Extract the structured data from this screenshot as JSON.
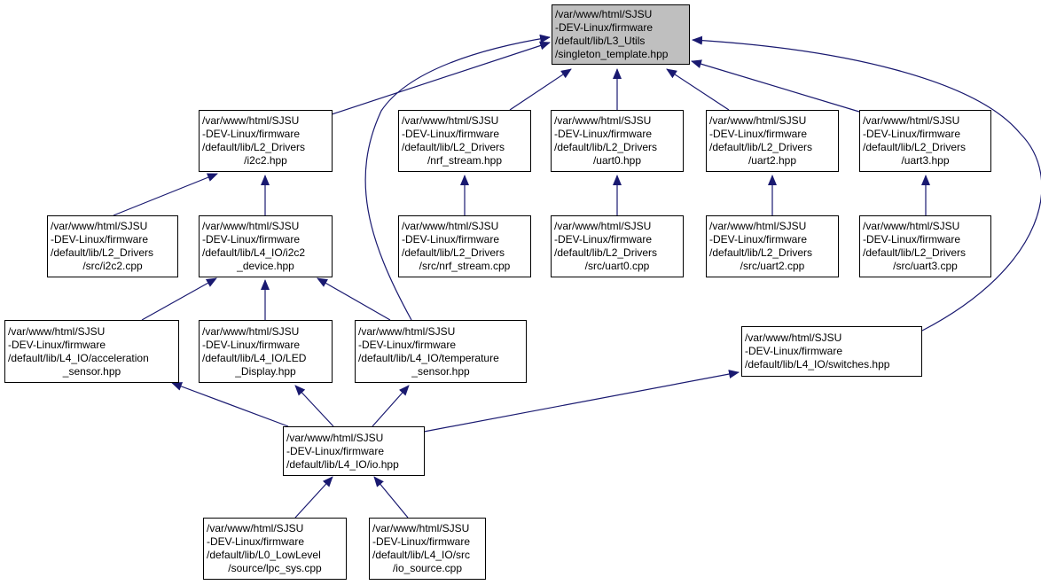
{
  "nodes": [
    {
      "id": "singleton",
      "root": true,
      "lines": [
        "/var/www/html/SJSU",
        "-DEV-Linux/firmware",
        "/default/lib/L3_Utils",
        "/singleton_template.hpp"
      ]
    },
    {
      "id": "i2c2_hpp",
      "lines": [
        "/var/www/html/SJSU",
        "-DEV-Linux/firmware",
        "/default/lib/L2_Drivers",
        "/i2c2.hpp"
      ]
    },
    {
      "id": "nrf_stream_hpp",
      "lines": [
        "/var/www/html/SJSU",
        "-DEV-Linux/firmware",
        "/default/lib/L2_Drivers",
        "/nrf_stream.hpp"
      ]
    },
    {
      "id": "uart0_hpp",
      "lines": [
        "/var/www/html/SJSU",
        "-DEV-Linux/firmware",
        "/default/lib/L2_Drivers",
        "/uart0.hpp"
      ]
    },
    {
      "id": "uart2_hpp",
      "lines": [
        "/var/www/html/SJSU",
        "-DEV-Linux/firmware",
        "/default/lib/L2_Drivers",
        "/uart2.hpp"
      ]
    },
    {
      "id": "uart3_hpp",
      "lines": [
        "/var/www/html/SJSU",
        "-DEV-Linux/firmware",
        "/default/lib/L2_Drivers",
        "/uart3.hpp"
      ]
    },
    {
      "id": "i2c2_cpp",
      "lines": [
        "/var/www/html/SJSU",
        "-DEV-Linux/firmware",
        "/default/lib/L2_Drivers",
        "/src/i2c2.cpp"
      ]
    },
    {
      "id": "i2c2_device_hpp",
      "lines": [
        "/var/www/html/SJSU",
        "-DEV-Linux/firmware",
        "/default/lib/L4_IO/i2c2",
        "_device.hpp"
      ]
    },
    {
      "id": "nrf_stream_cpp",
      "lines": [
        "/var/www/html/SJSU",
        "-DEV-Linux/firmware",
        "/default/lib/L2_Drivers",
        "/src/nrf_stream.cpp"
      ]
    },
    {
      "id": "uart0_cpp",
      "lines": [
        "/var/www/html/SJSU",
        "-DEV-Linux/firmware",
        "/default/lib/L2_Drivers",
        "/src/uart0.cpp"
      ]
    },
    {
      "id": "uart2_cpp",
      "lines": [
        "/var/www/html/SJSU",
        "-DEV-Linux/firmware",
        "/default/lib/L2_Drivers",
        "/src/uart2.cpp"
      ]
    },
    {
      "id": "uart3_cpp",
      "lines": [
        "/var/www/html/SJSU",
        "-DEV-Linux/firmware",
        "/default/lib/L2_Drivers",
        "/src/uart3.cpp"
      ]
    },
    {
      "id": "acceleration_sensor_hpp",
      "lines": [
        "/var/www/html/SJSU",
        "-DEV-Linux/firmware",
        "/default/lib/L4_IO/acceleration",
        "_sensor.hpp"
      ]
    },
    {
      "id": "led_display_hpp",
      "lines": [
        "/var/www/html/SJSU",
        "-DEV-Linux/firmware",
        "/default/lib/L4_IO/LED",
        "_Display.hpp"
      ]
    },
    {
      "id": "temperature_sensor_hpp",
      "lines": [
        "/var/www/html/SJSU",
        "-DEV-Linux/firmware",
        "/default/lib/L4_IO/temperature",
        "_sensor.hpp"
      ]
    },
    {
      "id": "switches_hpp",
      "lines": [
        "/var/www/html/SJSU",
        "-DEV-Linux/firmware",
        "/default/lib/L4_IO/switches.hpp"
      ]
    },
    {
      "id": "io_hpp",
      "lines": [
        "/var/www/html/SJSU",
        "-DEV-Linux/firmware",
        "/default/lib/L4_IO/io.hpp"
      ]
    },
    {
      "id": "lpc_sys_cpp",
      "lines": [
        "/var/www/html/SJSU",
        "-DEV-Linux/firmware",
        "/default/lib/L0_LowLevel",
        "/source/lpc_sys.cpp"
      ]
    },
    {
      "id": "io_source_cpp",
      "lines": [
        "/var/www/html/SJSU",
        "-DEV-Linux/firmware",
        "/default/lib/L4_IO/src",
        "/io_source.cpp"
      ]
    }
  ],
  "edges": [
    {
      "from": "i2c2_hpp",
      "to": "singleton"
    },
    {
      "from": "nrf_stream_hpp",
      "to": "singleton"
    },
    {
      "from": "uart0_hpp",
      "to": "singleton"
    },
    {
      "from": "uart2_hpp",
      "to": "singleton"
    },
    {
      "from": "uart3_hpp",
      "to": "singleton"
    },
    {
      "from": "temperature_sensor_hpp",
      "to": "singleton"
    },
    {
      "from": "switches_hpp",
      "to": "singleton"
    },
    {
      "from": "i2c2_cpp",
      "to": "i2c2_hpp"
    },
    {
      "from": "i2c2_device_hpp",
      "to": "i2c2_hpp"
    },
    {
      "from": "nrf_stream_cpp",
      "to": "nrf_stream_hpp"
    },
    {
      "from": "uart0_cpp",
      "to": "uart0_hpp"
    },
    {
      "from": "uart2_cpp",
      "to": "uart2_hpp"
    },
    {
      "from": "uart3_cpp",
      "to": "uart3_hpp"
    },
    {
      "from": "acceleration_sensor_hpp",
      "to": "i2c2_device_hpp"
    },
    {
      "from": "led_display_hpp",
      "to": "i2c2_device_hpp"
    },
    {
      "from": "temperature_sensor_hpp",
      "to": "i2c2_device_hpp"
    },
    {
      "from": "io_hpp",
      "to": "acceleration_sensor_hpp"
    },
    {
      "from": "io_hpp",
      "to": "led_display_hpp"
    },
    {
      "from": "io_hpp",
      "to": "temperature_sensor_hpp"
    },
    {
      "from": "io_hpp",
      "to": "switches_hpp"
    },
    {
      "from": "lpc_sys_cpp",
      "to": "io_hpp"
    },
    {
      "from": "io_source_cpp",
      "to": "io_hpp"
    }
  ],
  "colors": {
    "edge": "#191970",
    "root_fill": "#bfbfbf",
    "node_fill": "#ffffff",
    "border": "#000000"
  }
}
